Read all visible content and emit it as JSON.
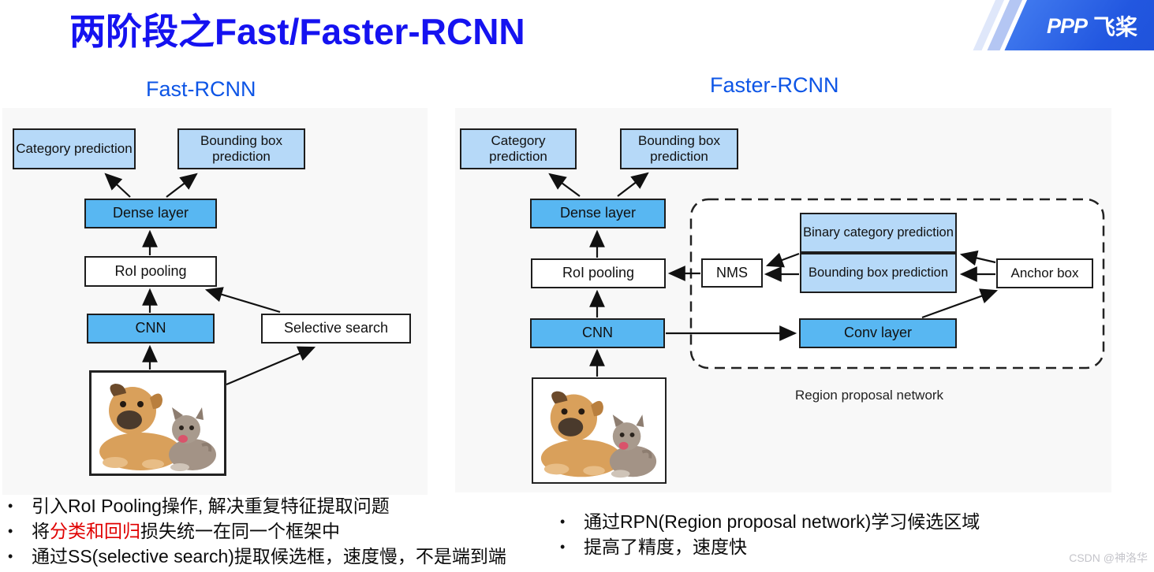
{
  "title": "两阶段之Fast/Faster-RCNN",
  "logo": {
    "mark": "PPP",
    "brand": "飞桨"
  },
  "watermark": "CSDN @神洛华",
  "colors": {
    "title_blue": "#1512f0",
    "heading_blue": "#0d55e6",
    "box_light_blue": "#b6d9f8",
    "box_medium_blue": "#58b7f2",
    "panel_gray": "#f8f8f8",
    "note_red": "#e00000",
    "logo_blue": "#2257e0"
  },
  "fast": {
    "heading": "Fast-RCNN",
    "boxes": {
      "category": "Category prediction",
      "bounding": "Bounding box prediction",
      "dense": "Dense layer",
      "roi": "RoI pooling",
      "cnn": "CNN",
      "selective": "Selective search"
    }
  },
  "faster": {
    "heading": "Faster-RCNN",
    "boxes": {
      "category": "Category prediction",
      "bounding": "Bounding box prediction",
      "dense": "Dense layer",
      "roi": "RoI pooling",
      "cnn": "CNN",
      "nms": "NMS",
      "binary": "Binary category prediction",
      "bounding_rpn": "Bounding box prediction",
      "anchor": "Anchor box",
      "conv": "Conv layer"
    },
    "rpn_label": "Region proposal network"
  },
  "notes_left": [
    {
      "pre": "引入RoI Pooling操作, 解决重复特征提取问题"
    },
    {
      "pre": "将",
      "red": "分类和回归",
      "post": "损失统一在同一个框架中"
    },
    {
      "pre": "通过SS(selective search)提取候选框，速度慢，不是端到端"
    }
  ],
  "notes_right": [
    {
      "pre": "通过RPN(Region proposal network)学习候选区域"
    },
    {
      "pre": "提高了精度，速度快"
    }
  ]
}
